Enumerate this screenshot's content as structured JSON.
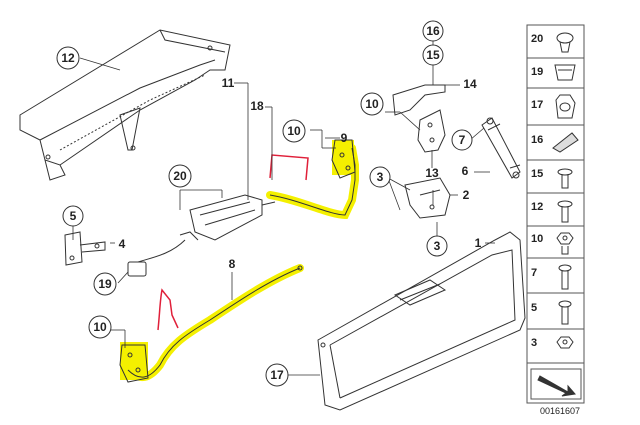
{
  "diagram_code": "00161607",
  "callouts": {
    "c12": "12",
    "c11": "11",
    "c18": "18",
    "c20": "20",
    "c5": "5",
    "c4": "4",
    "c19": "19",
    "c8": "8",
    "c10a": "10",
    "c10b": "10",
    "c9": "9",
    "c16": "16",
    "c15": "15",
    "c14": "14",
    "c10c": "10",
    "c7": "7",
    "c3a": "3",
    "c13": "13",
    "c6": "6",
    "c2": "2",
    "c3b": "3",
    "c1": "1",
    "c17": "17"
  },
  "side_panel": {
    "items": [
      "20",
      "19",
      "17",
      "16",
      "15",
      "12",
      "10",
      "7",
      "5",
      "3"
    ]
  },
  "colors": {
    "highlight": "#f4f000",
    "annotation": "#e0203a",
    "line": "#333333",
    "panel_border": "#555555"
  }
}
